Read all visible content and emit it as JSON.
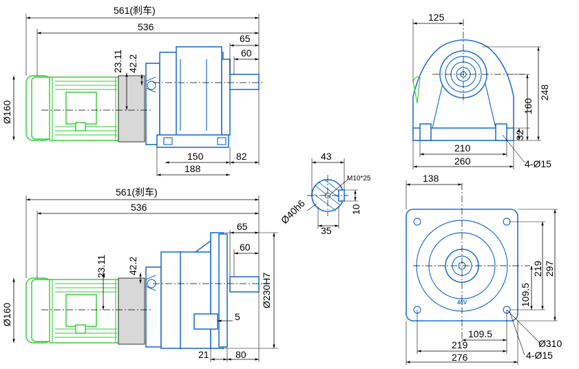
{
  "top_side": {
    "overall": "561(刹车)",
    "length": "536",
    "shaft_65": "65",
    "shaft_60": "60",
    "d23": "23.11",
    "d42": "42.2",
    "motor_dia": "Ø160",
    "foot_150": "150",
    "foot_82": "82",
    "foot_188": "188"
  },
  "front_top": {
    "width_125": "125",
    "height_248": "248",
    "height_160": "160",
    "foot_32": "32",
    "holes_210": "210",
    "base_260": "260",
    "holes_label": "4-Ø15"
  },
  "shaft": {
    "key_43": "43",
    "width_35": "35",
    "key_10": "10",
    "thread": "M10*25",
    "dia": "Ø40h6"
  },
  "bottom_side": {
    "overall": "561(刹车)",
    "length": "536",
    "shaft_65": "65",
    "shaft_60": "60",
    "d23": "23.11",
    "d42": "42.2",
    "motor_dia": "Ø160",
    "flange_dia": "Ø230H7",
    "d5": "5",
    "d21": "21",
    "d80": "80"
  },
  "front_flange": {
    "plate": "46V",
    "d138": "138",
    "d219v": "219",
    "d297": "297",
    "d109v": "109.5",
    "d109h": "109.5",
    "d219h": "219",
    "d276": "276",
    "bolt_circle": "Ø310",
    "holes_label": "4-Ø15"
  },
  "footer": {
    "caption": ""
  }
}
